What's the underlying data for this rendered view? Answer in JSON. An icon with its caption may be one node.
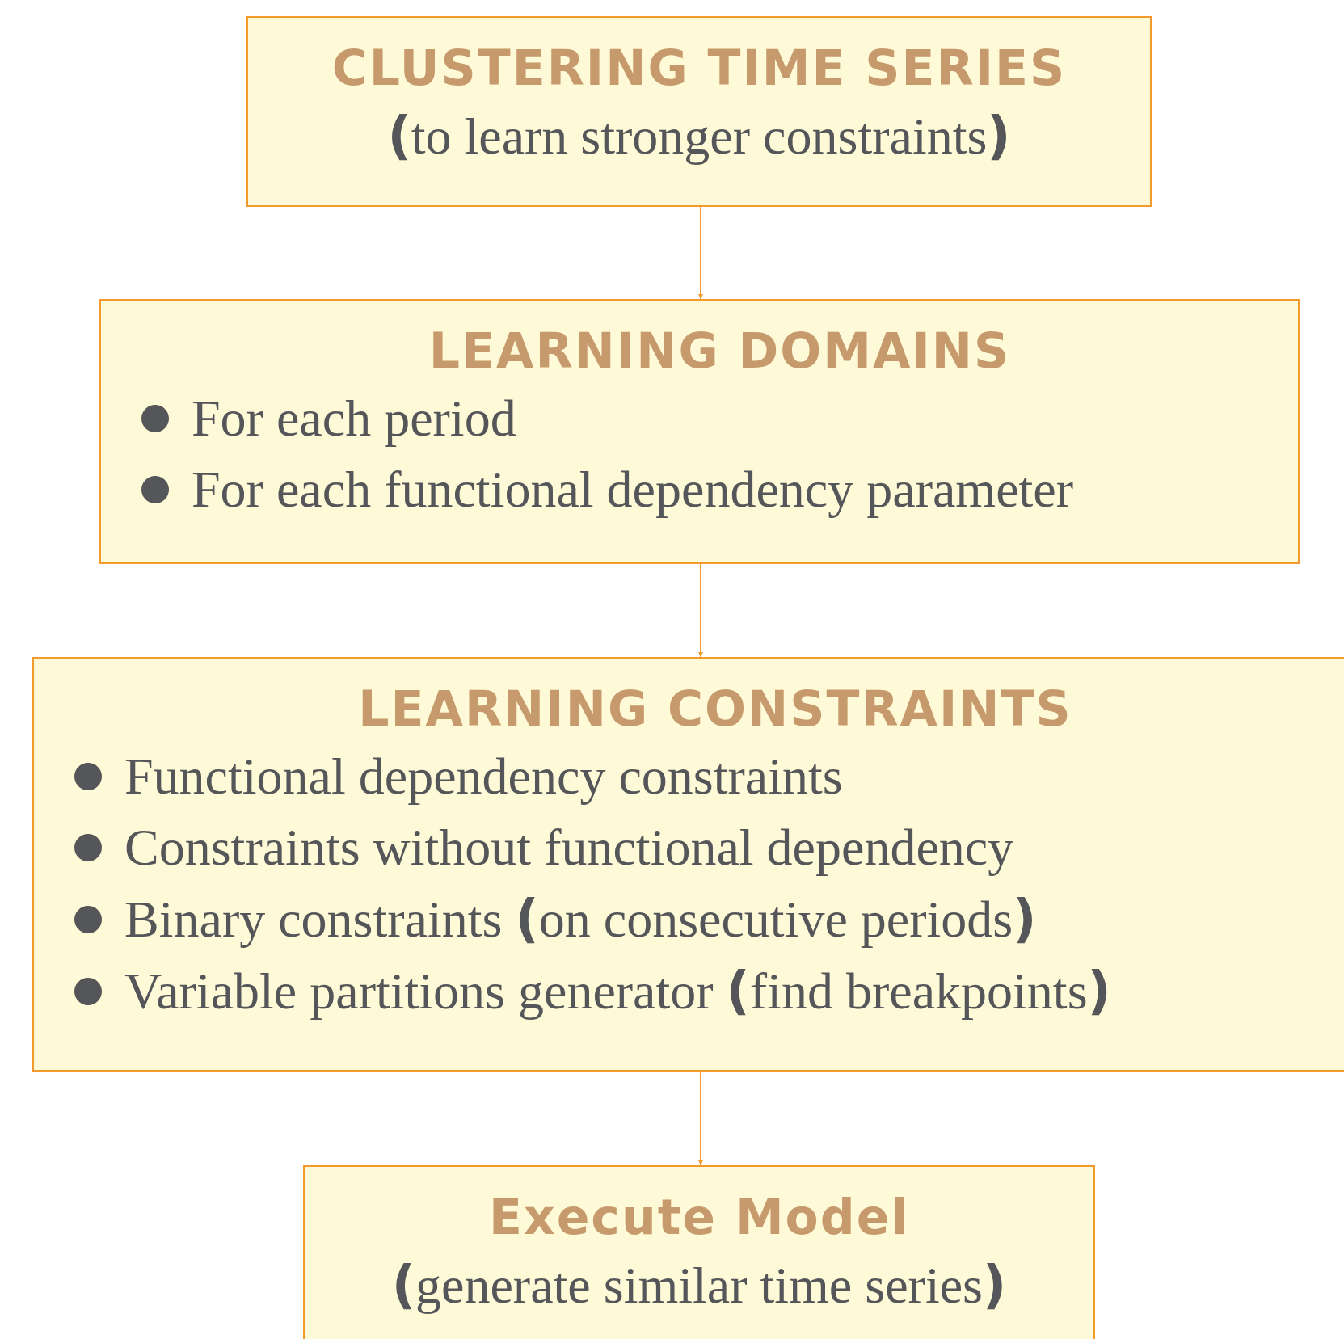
{
  "diagram": {
    "nodes": [
      {
        "text": [
          "CLUSTERING TIME SERIES",
          "**(**to learn stronger constraints**)**"
        ]
      },
      {
        "text": [
          "LEARNING DOMAINS",
          "For each period",
          "For each functional dependency parameter"
        ]
      },
      {
        "text": [
          "LEARNING CONSTRAINTS",
          "Functional dependency constraints",
          "Constraints without functional dependency",
          "Binary constraints **(**on consecutive periods**)**",
          "Variable partitions generator **(**find breakpoints**)**"
        ]
      },
      {
        "text": [
          "Execute Model",
          "**(**generate similar time series**)**"
        ]
      }
    ],
    "edges": [
      {
        "from": 0,
        "to": 1,
        "arrow": "to"
      },
      {
        "from": 1,
        "to": 2,
        "arrow": "to"
      },
      {
        "from": 2,
        "to": 3,
        "arrow": "to"
      }
    ]
  }
}
